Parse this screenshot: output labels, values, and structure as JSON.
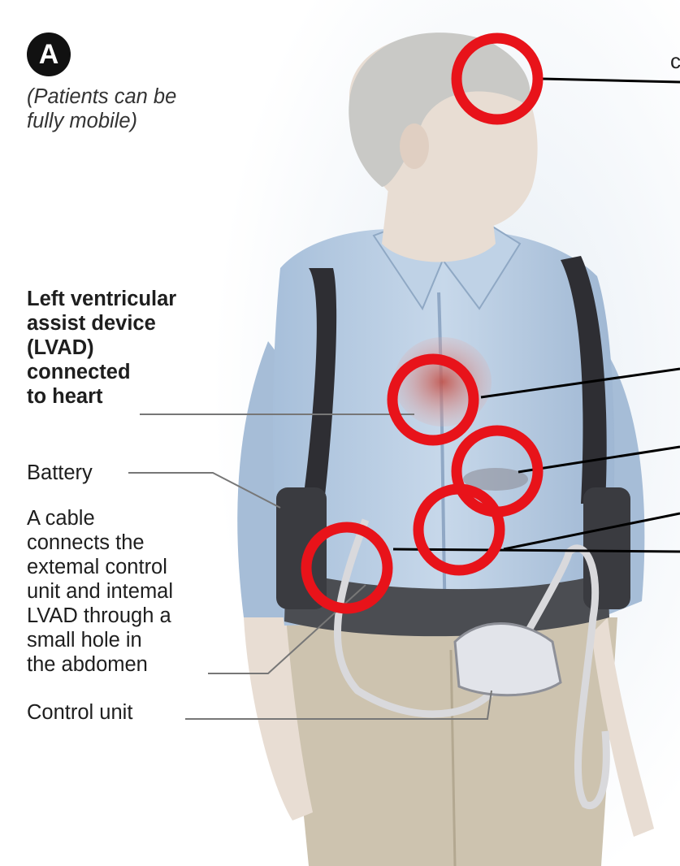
{
  "panel": {
    "badge": "A",
    "cut_letter": "c"
  },
  "labels": {
    "note": "(Patients can be\nfully mobile)",
    "lvad": "Left ventricular\nassist device\n(LVAD)\nconnected\nto heart",
    "battery": "Battery",
    "cable": "A cable\nconnects the\nextemal control\nunit and intemal\nLVAD through a\nsmall hole in\nthe abdomen",
    "control_unit": "Control unit"
  },
  "colors": {
    "highlight_circle": "#e8131a",
    "shirt": "#b9cde3",
    "strap": "#2e2e33",
    "skin": "#e9ded5",
    "hair": "#c9c9c6",
    "pants": "#c9bea9",
    "pointer": "#000000"
  }
}
